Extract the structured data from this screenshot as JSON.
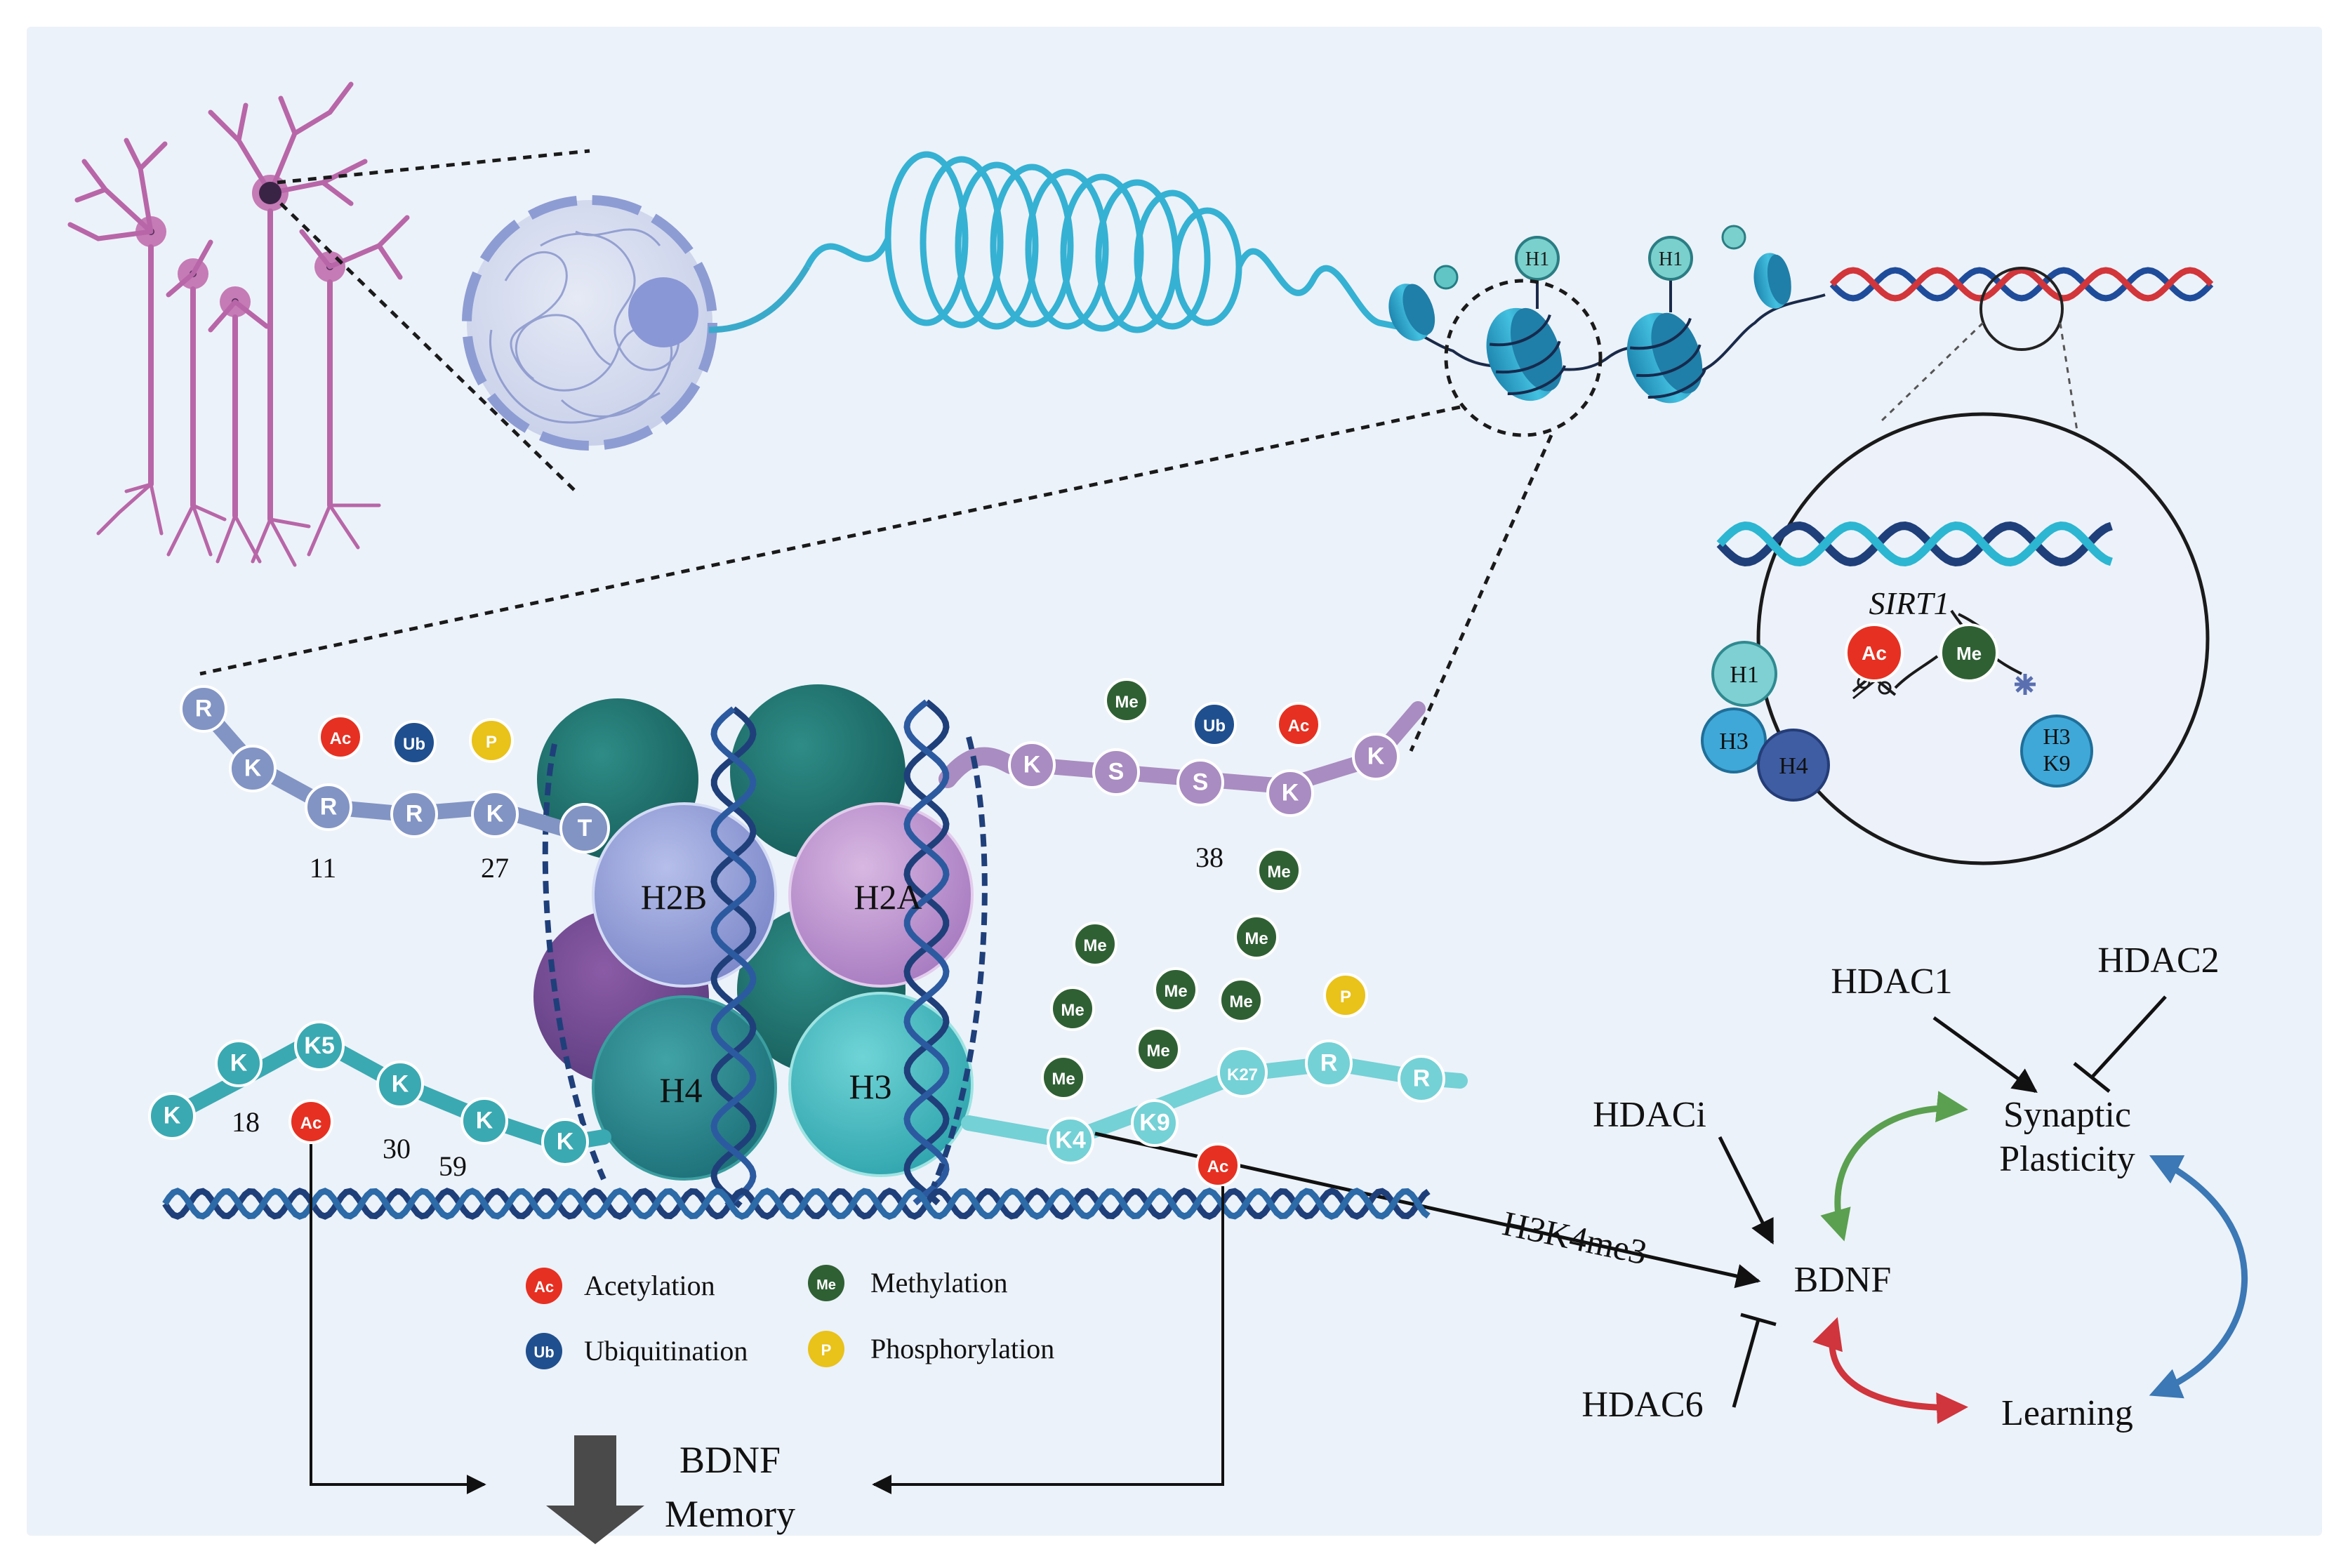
{
  "colors": {
    "background_panel": "#ecf2f9",
    "residue_blue": "#8294c4",
    "residue_purple": "#a98cc1",
    "residue_teal": "#3aa9b2",
    "residue_cyan": "#74d1d6",
    "acetylation": "#e63022",
    "methylation": "#2f6034",
    "ubiquitination": "#1f4f8e",
    "phosphorylation": "#e9c21a",
    "dna_dark": "#1f3f7a",
    "dna_light": "#2cb6d1",
    "dna_red": "#d2353a",
    "neuron": "#b866a8",
    "arrow_green": "#5aa050",
    "arrow_red": "#d0343c",
    "arrow_blue": "#3b78b5"
  },
  "histones": {
    "h2b": "H2B",
    "h2a": "H2A",
    "h4": "H4",
    "h3": "H3",
    "h1": "H1"
  },
  "residues": {
    "r": "R",
    "k": "K",
    "t": "T",
    "s": "S",
    "k5": "K5",
    "k4": "K4",
    "k9": "K9",
    "k27": "K27"
  },
  "marks": {
    "ac": "Ac",
    "me": "Me",
    "ub": "Ub",
    "p": "P"
  },
  "positions": {
    "p11": "11",
    "p27": "27",
    "p38": "38",
    "p18": "18",
    "p30": "30",
    "p59": "59"
  },
  "inset": {
    "gene": "SIRT1",
    "h3_k9_top": "H3",
    "h3_k9_bottom": "K9"
  },
  "legend": {
    "acetylation": "Acetylation",
    "methylation": "Methylation",
    "ubiquitination": "Ubiquitination",
    "phosphorylation": "Phosphorylation"
  },
  "pathway": {
    "hdac1": "HDAC1",
    "hdac2": "HDAC2",
    "hdaci": "HDACi",
    "hdac6": "HDAC6",
    "h3k4me3": "H3K4me3",
    "bdnf": "BDNF",
    "synaptic_line1": "Synaptic",
    "synaptic_line2": "Plasticity",
    "learning": "Learning"
  },
  "output": {
    "line1": "BDNF",
    "line2": "Memory"
  }
}
